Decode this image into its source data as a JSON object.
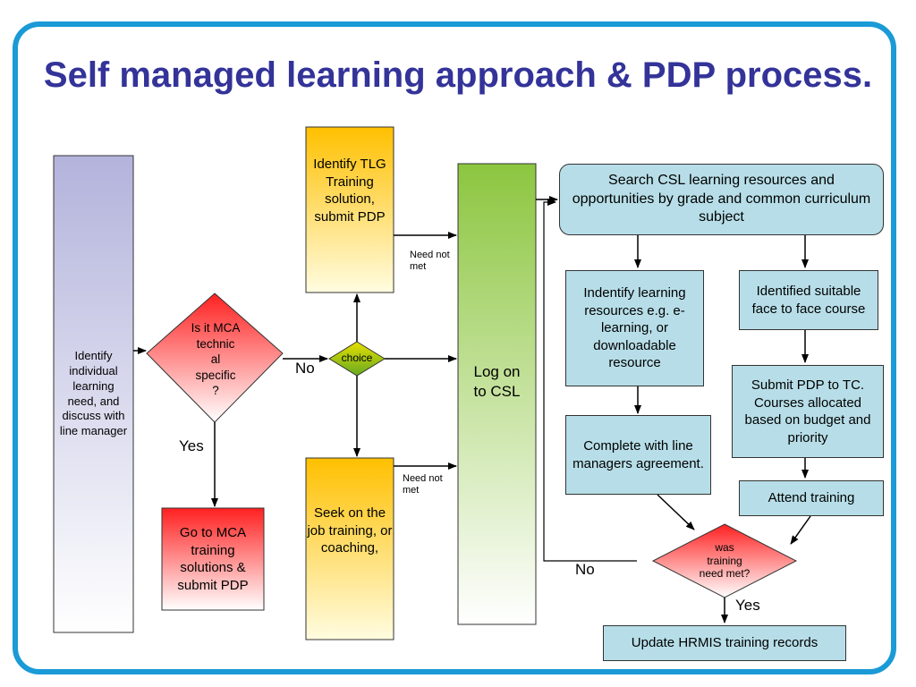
{
  "title": "Self managed learning approach & PDP process.",
  "nodes": {
    "identify_need": "Identify individual learning need, and discuss with line manager",
    "is_mca": "Is it MCA technic al specific ?",
    "choice": "choice",
    "identify_tlg": "Identify TLG Training solution, submit PDP",
    "seek_otj": "Seek on the job training, or coaching,",
    "go_mca": "Go to MCA training solutions & submit PDP",
    "log_on_csl": "Log on to CSL",
    "search_csl": "Search CSL learning resources and opportunities by grade and common curriculum subject",
    "identify_resources": "Indentify learning resources e.g. e-learning, or downloadable resource",
    "identified_course": "Identified suitable face to face course",
    "complete_line_mgr": "Complete with line managers agreement.",
    "submit_pdp_tc": "Submit PDP to TC. Courses allocated based on budget and priority",
    "attend_training": "Attend training",
    "was_training_met": "was training need met?",
    "update_hrmis": "Update HRMIS training records"
  },
  "edge_labels": {
    "no_1": "No",
    "yes_1": "Yes",
    "need_not_met_1": "Need not met",
    "need_not_met_2": "Need not met",
    "no_2": "No",
    "yes_2": "Yes"
  }
}
